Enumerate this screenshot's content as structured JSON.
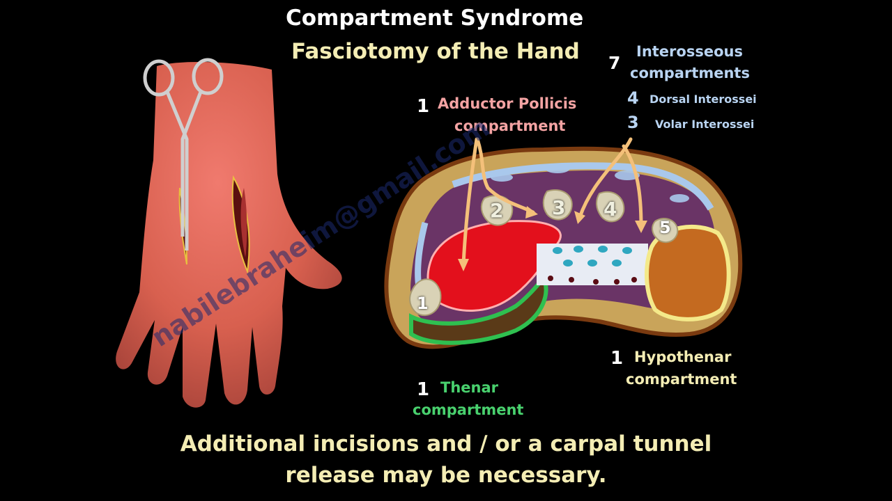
{
  "title": "Compartment Syndrome",
  "subtitle": "Fasciotomy of the Hand",
  "labels": {
    "interosseous": {
      "count": "7",
      "line1": "Interosseous",
      "line2": "compartments"
    },
    "dorsal": {
      "count": "4",
      "text": "Dorsal Interossei"
    },
    "volar": {
      "count": "3",
      "text": "Volar Interossei"
    },
    "adductor": {
      "count": "1",
      "line1": "Adductor Pollicis",
      "line2": "compartment"
    },
    "thenar": {
      "count": "1",
      "line1": "Thenar",
      "line2": "compartment"
    },
    "hypothenar": {
      "count": "1",
      "line1": "Hypothenar",
      "line2": "compartment"
    }
  },
  "markers": [
    "1",
    "2",
    "3",
    "4",
    "5"
  ],
  "caption": {
    "line1": "Additional incisions and / or a carpal tunnel",
    "line2": "release may be necessary."
  },
  "colors": {
    "background": "#000000",
    "title": "#ffffff",
    "subtitle": "#f4edb4",
    "adductor": "#f4a3a3",
    "interosseous": "#b9d4f2",
    "thenar": "#49d16e",
    "hypothenar": "#f4edb4",
    "muscle_red": "#e3101c",
    "arrow": "#f4c07a"
  },
  "watermark": "nabilebraheim@gmail.com"
}
